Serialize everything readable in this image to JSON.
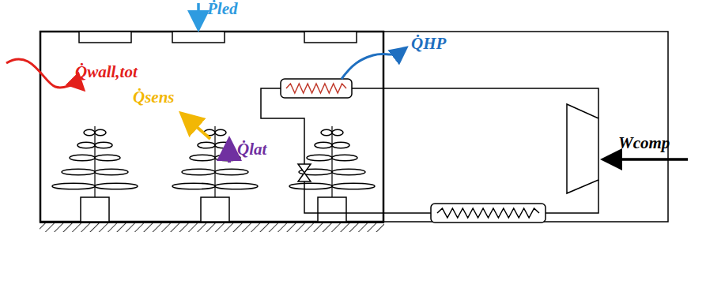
{
  "diagram": {
    "labels": [
      "Q̇wall,tot",
      "Ṗled",
      "Q̇sens",
      "Q̇lat",
      "Q̇HP",
      "Wcomp"
    ]
  }
}
